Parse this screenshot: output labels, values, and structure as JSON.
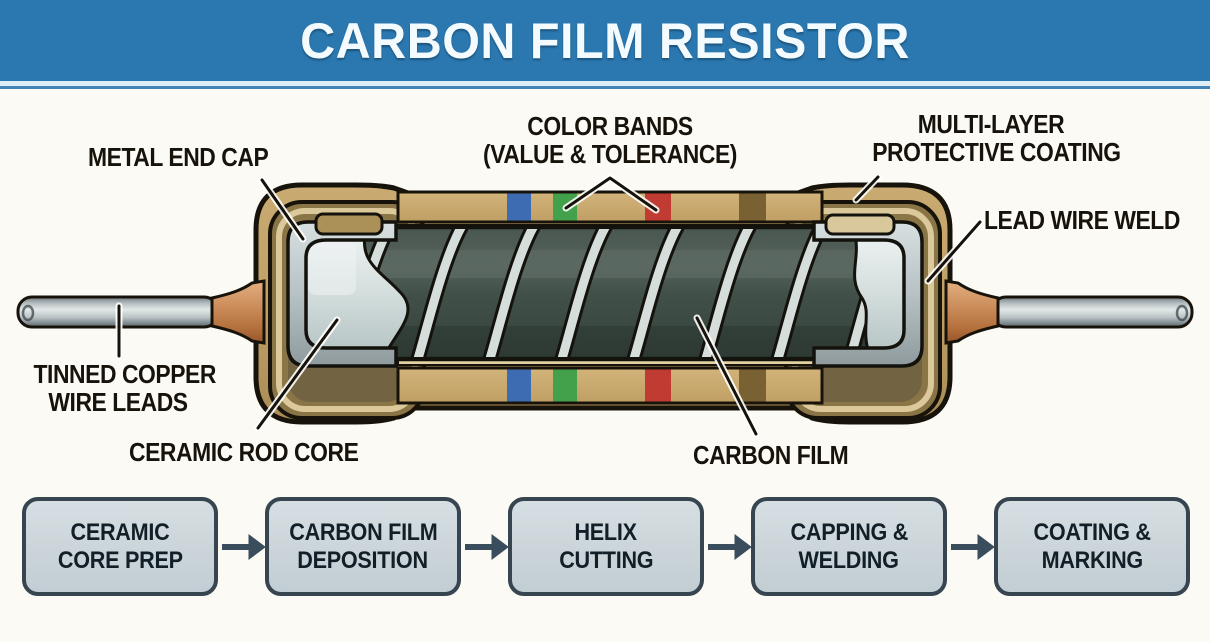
{
  "header": {
    "title": "CARBON FILM RESISTOR"
  },
  "diagram": {
    "labels": {
      "metal_end_cap": "METAL END CAP",
      "color_bands": {
        "line1": "COLOR BANDS",
        "line2": "(VALUE & TOLERANCE)"
      },
      "protective_coating": {
        "line1": "MULTI-LAYER",
        "line2": "PROTECTIVE COATING"
      },
      "lead_wire_weld": "LEAD WIRE WELD",
      "wire_leads": {
        "line1": "TINNED COPPER",
        "line2": "WIRE LEADS"
      },
      "ceramic_rod_core": "CERAMIC ROD CORE",
      "carbon_film": "CARBON FILM"
    },
    "band_colors": [
      "#3e6cb3",
      "#43a14c",
      "#c03c33",
      "#7a6133"
    ]
  },
  "process_flow": {
    "steps": [
      {
        "line1": "CERAMIC",
        "line2": "CORE PREP"
      },
      {
        "line1": "CARBON FILM",
        "line2": "DEPOSITION"
      },
      {
        "line1": "HELIX",
        "line2": "CUTTING"
      },
      {
        "line1": "CAPPING &",
        "line2": "WELDING"
      },
      {
        "line1": "COATING &",
        "line2": "MARKING"
      }
    ]
  },
  "colors": {
    "header_bg": "#2b78b0",
    "header_text": "#f4fbff",
    "background": "#fbfaf5",
    "label_text": "#17130a",
    "resistor_body": "#c0a169",
    "carbon_film": "#3e4b45",
    "helix_stripe": "#d6dedb",
    "metal_cap": "#b7c2c4",
    "ceramic_core": "#d6e0df",
    "copper_weld": "#c98e5b",
    "wire_lead": "#b9c2c4",
    "flow_box_bg": "#cdd6da",
    "flow_box_border": "#36454f",
    "flow_arrow": "#3a4d5c"
  }
}
